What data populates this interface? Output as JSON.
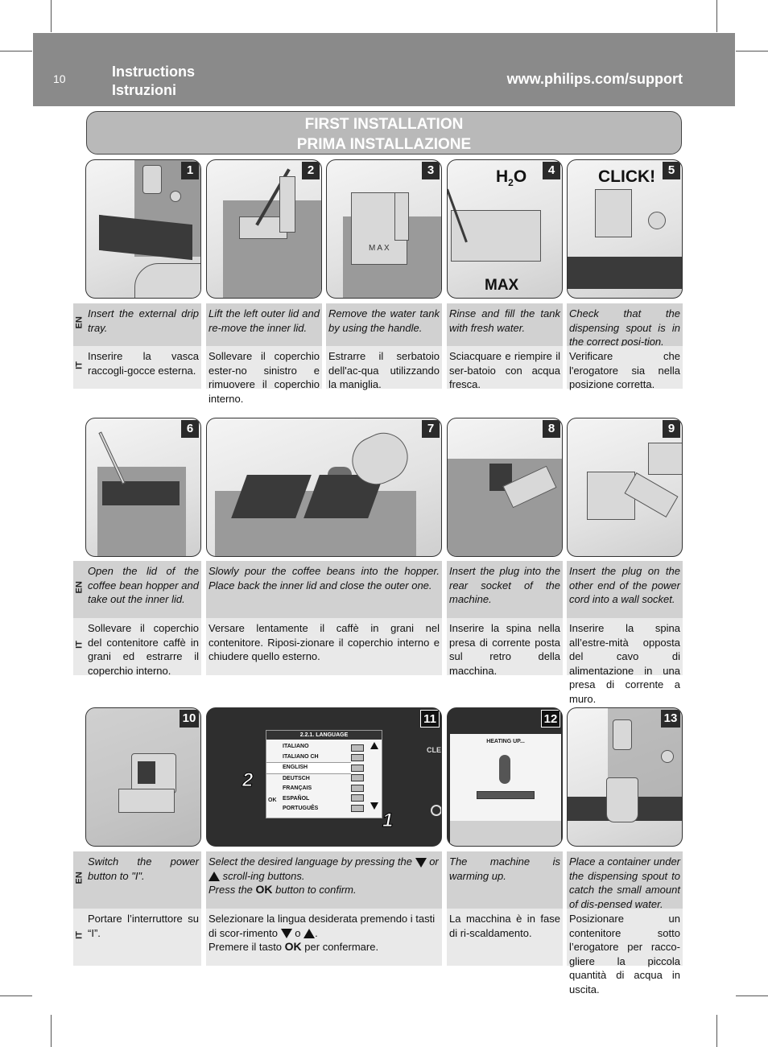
{
  "header": {
    "page_number": "10",
    "title_en": "Instructions",
    "title_it": "Istruzioni",
    "support_url": "www.philips.com/support"
  },
  "banner": {
    "line1": "FIRST INSTALLATION",
    "line2": "PRIMA INSTALLAZIONE"
  },
  "lang_labels": {
    "en": "EN",
    "it": "IT"
  },
  "panel_labels": {
    "p4_h2o_h": "H",
    "p4_h2o_sub": "2",
    "p4_h2o_o": "O",
    "p4_max": "MAX",
    "p5_click": "CLICK!",
    "p3_tank_mark": "MAX",
    "p11_menu_title": "2.2.1. LANGUAGE",
    "p11_ok": "OK",
    "p11_step1": "1",
    "p11_step2": "2",
    "p11_clean": "CLEA",
    "p12_heating": "HEATING UP..."
  },
  "languages": [
    "ITALIANO",
    "ITALIANO CH",
    "ENGLISH",
    "DEUTSCH",
    "FRANÇAIS",
    "ESPAÑOL",
    "PORTUGUÊS"
  ],
  "steps": [
    {
      "num": "1",
      "en": "Insert the external drip tray.",
      "it": "Inserire la vasca raccogli-gocce esterna."
    },
    {
      "num": "2",
      "en": "Lift the left outer lid and re-move the inner lid.",
      "it": "Sollevare il coperchio ester-no sinistro e rimuovere il coperchio interno."
    },
    {
      "num": "3",
      "en": "Remove the water tank by using the handle.",
      "it": "Estrarre il serbatoio dell'ac-qua utilizzando la maniglia."
    },
    {
      "num": "4",
      "en": "Rinse and fill the tank with fresh water.",
      "it": "Sciacquare e riempire il ser-batoio con acqua fresca."
    },
    {
      "num": "5",
      "en": "Check that the dispensing spout is in the correct posi-tion.",
      "it": "Verificare che l'erogatore sia nella posizione corretta."
    },
    {
      "num": "6",
      "en": "Open the lid of the coffee bean hopper and take out the inner lid.",
      "it": "Sollevare il coperchio del contenitore caffè in grani ed estrarre il coperchio interno."
    },
    {
      "num": "7",
      "en": "Slowly pour the coffee beans into the hopper. Place back the inner lid and close the outer one.",
      "it": "Versare lentamente il caffè in grani nel contenitore. Riposi-zionare il coperchio interno e chiudere quello esterno."
    },
    {
      "num": "8",
      "en": "Insert the plug into the rear socket of the machine.",
      "it": "Inserire la spina nella presa di corrente posta sul retro della macchina."
    },
    {
      "num": "9",
      "en": "Insert the plug on the other end of the power cord into a wall socket.",
      "it": "Inserire la spina all’estre-mità opposta del cavo di alimentazione in una presa di corrente a muro."
    },
    {
      "num": "10",
      "en": "Switch the power button to \"I\".",
      "it": "Portare l’interruttore su “I”."
    },
    {
      "num": "11",
      "en_a": "Select the desired language by pressing the",
      "en_or": "or",
      "en_b": "scroll-ing buttons.",
      "en_press": "Press the",
      "en_ok": "OK",
      "en_confirm": "button to confirm.",
      "it_a": "Selezionare la lingua desiderata premendo i tasti di scor-rimento",
      "it_o": "o",
      "it_end": ".",
      "it_press": "Premere il tasto",
      "it_ok": "OK",
      "it_confirm": "per confermare."
    },
    {
      "num": "12",
      "en": "The machine is warming up.",
      "it": "La macchina è in fase di ri-scaldamento."
    },
    {
      "num": "13",
      "en": "Place a container under the dispensing spout to catch the small amount of dis-pensed water.",
      "it": "Posizionare un contenitore sotto l’erogatore per racco-gliere la piccola quantità di acqua in uscita."
    }
  ]
}
